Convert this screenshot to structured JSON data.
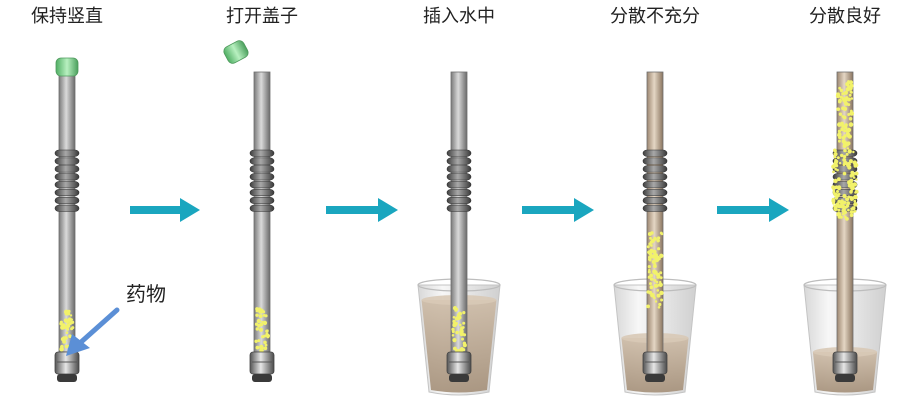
{
  "steps": [
    {
      "label": "保持竖直",
      "cap": "on",
      "cup": "none",
      "powder": "bottom",
      "tube": "grey"
    },
    {
      "label": "打开盖子",
      "cap": "off",
      "cup": "none",
      "powder": "bottom",
      "tube": "grey"
    },
    {
      "label": "插入水中",
      "cap": "none",
      "cup": "deep",
      "powder": "bottom",
      "tube": "grey"
    },
    {
      "label": "分散不充分",
      "cap": "none",
      "cup": "partial",
      "powder": "middle",
      "tube": "tan"
    },
    {
      "label": "分散良好",
      "cap": "none",
      "cup": "shallow",
      "powder": "spread",
      "tube": "tan"
    }
  ],
  "callout": {
    "label": "药物"
  },
  "colors": {
    "tube_grey": "#b4b4b4",
    "tube_tan": "#c8b49c",
    "cap_green": "#8fd79a",
    "arrow_teal": "#1aa6bf",
    "callout_arrow": "#5b8fd6",
    "powder_yellow": "#f2f26a",
    "water": "#b9a68f",
    "coil": "#666666"
  }
}
